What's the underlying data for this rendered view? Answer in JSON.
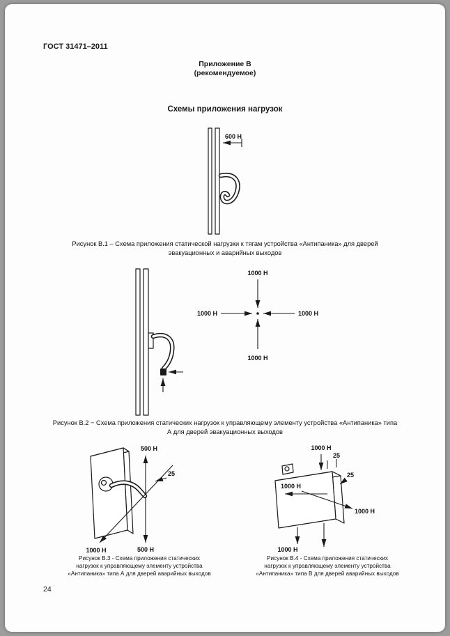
{
  "page": {
    "doc_number": "ГОСТ 31471–2011",
    "appendix_line1": "Приложение В",
    "appendix_line2": "(рекомендуемое)",
    "section_title": "Схемы приложения нагрузок",
    "page_number": "24"
  },
  "figure_b1": {
    "load": "600 Н",
    "caption": [
      "Рисунок В.1 – Схема приложения статической нагрузки к тягам устройства «Антипаника» для дверей",
      "эвакуационных и аварийных выходов"
    ]
  },
  "figure_b2": {
    "load_top": "1000 Н",
    "load_left": "1000 Н",
    "load_right": "1000 Н",
    "load_bottom": "1000 Н",
    "caption": [
      "Рисунок В.2 − Схема приложения статических нагрузок к управляющему элементу устройства «Антипаника» типа",
      "А для дверей эвакуационных выходов"
    ]
  },
  "figure_b3": {
    "load_up": "500 Н",
    "load_down": "500 Н",
    "load_diagonal": "1000 Н",
    "dimension": "25",
    "caption": [
      "Рисунок В.3 - Схема приложения статических",
      "нагрузок к управляющему элементу устройства",
      "«Антипаника» типа А для дверей аварийных выходов"
    ]
  },
  "figure_b4": {
    "load_top": "1000 Н",
    "load_front": "1000 Н",
    "load_diagonal": "1000 Н",
    "load_bottom": "1000 Н",
    "dimension_top": "25",
    "dimension_side": "25",
    "caption": [
      "Рисунок В.4 - Схема приложения статических",
      "нагрузок к управляющему элементу устройства",
      "«Антипаника» типа В для дверей аварийных выходов"
    ]
  }
}
